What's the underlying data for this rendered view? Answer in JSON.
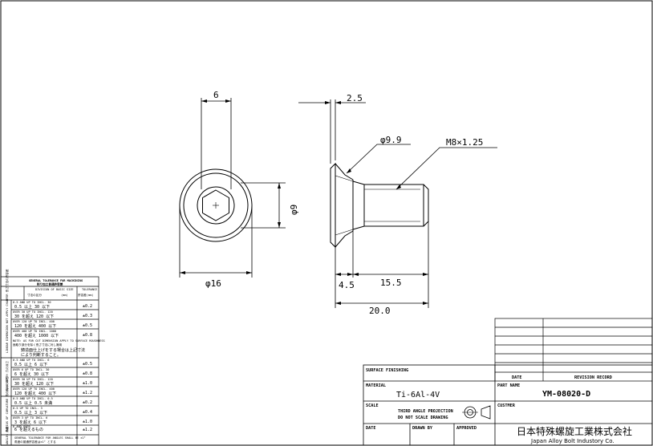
{
  "dimensions": {
    "head_height": "6",
    "head_thickness": "2.5",
    "flange_diameter": "φ9.9",
    "thread": "M8×1.25",
    "shank_diameter": "φ9",
    "head_diameter": "φ16",
    "flange_length": "4.5",
    "thread_length": "15.5",
    "total_length": "20.0"
  },
  "tolerance_table": {
    "title_en": "GENERAL TOLERANCE FOR MACHINING",
    "title_jp": "削り加工普通許容差",
    "col_division_en": "DIVISION OF BASIC SIZE",
    "col_division_jp": "寸法の区分",
    "col_unit": "(mm)",
    "col_tolerance_en": "TOLERANCE",
    "col_tolerance_jp": "許容差(mm)",
    "groups": [
      {
        "label": "LINEAR DIMENSION NOT APPLY CHAMFER 長さ寸法の許容差",
        "rows": [
          {
            "en": "0.5 AND UP TO INCL. 30",
            "jp": "0.5  以上    30  以下",
            "tol": "±0.2"
          },
          {
            "en": "OVER 30 UP TO INCL. 120",
            "jp": "30  を超え   120  以下",
            "tol": "±0.3"
          },
          {
            "en": "OVER 120 UP TO INCL. 400",
            "jp": "120  を超え   400  以下",
            "tol": "±0.5"
          },
          {
            "en": "OVER 400 UP TO INCL. 1000",
            "jp": "400  を超え  1000  以下",
            "tol": "±0.8"
          }
        ],
        "note_en": "NOTE: AS FOR CUT DIMENSION APPLY TO SURFACE ROUGHNESS",
        "note_jp": "面取り部分を除く長さ寸法に対し適用",
        "note2_jp": "鋳造面仕上げをする場合は上記寸法",
        "note3_jp": "により判断すること。"
      },
      {
        "label": "HOLE DEPTH 穴の深さ",
        "rows": [
          {
            "en": "0.5 AND UP TO INCL. 6",
            "jp": "0.5  以上     6  以下",
            "tol": "±0.5"
          },
          {
            "en": "OVER 6 UP TO INCL. 30",
            "jp": "6  を超え    30  以下",
            "tol": "±0.8"
          },
          {
            "en": "OVER 30 UP TO INCL. 120",
            "jp": "30  を超え   120  以下",
            "tol": "±1.0"
          },
          {
            "en": "OVER 120 UP TO INCL. 400",
            "jp": "120  を超え   400  以下",
            "tol": "±1.2"
          }
        ]
      },
      {
        "label": "RADIUS OF CURVATURE 角の丸みの半径",
        "rows": [
          {
            "en": "0.5 AND UP TO INCL. 0.5",
            "jp": "0.5  以上    0.5  未満",
            "tol": "±0.2"
          },
          {
            "en": "0.5 UP TO INCL. 3",
            "jp": "0.5  以上     3  以下",
            "tol": "±0.4"
          },
          {
            "en": "OVER 3 UP TO INCL. 6",
            "jp": "3  を超え     6  以下",
            "tol": "±1.0"
          },
          {
            "en": "6 AND OVER",
            "jp": "6  を超えるもの",
            "tol": "±1.2"
          }
        ]
      }
    ],
    "angles_label": "ANGLES 角度",
    "angles_note_en": "GENERAL TOLERANCE FOR ANGLES SHALL BE ±1°",
    "angles_note_jp": "角度の普通許容差は±1° とする"
  },
  "revision_table": {
    "col_date": "DATE",
    "col_record": "REVISION  RECORD"
  },
  "title_block": {
    "surface_label": "SURFACE  FINISHING",
    "material_label": "MATERIAL",
    "material_value": "Ti-6Al-4V",
    "part_name_label": "PART  NAME",
    "part_name_value": "YM-08020-D",
    "scale_label": "SCALE",
    "projection_line1": "THIRD ANGLE PROJECTION",
    "projection_line2": "DO NOT SCALE DRAWING",
    "customer_label": "CUSTMER",
    "date_label": "DATE",
    "drawn_label": "DRAWN  BY",
    "approved_label": "APPROVED",
    "company_jp": "日本特殊螺旋工業株式会社",
    "company_en": "Japan Alloy Bolt Industory Co."
  }
}
